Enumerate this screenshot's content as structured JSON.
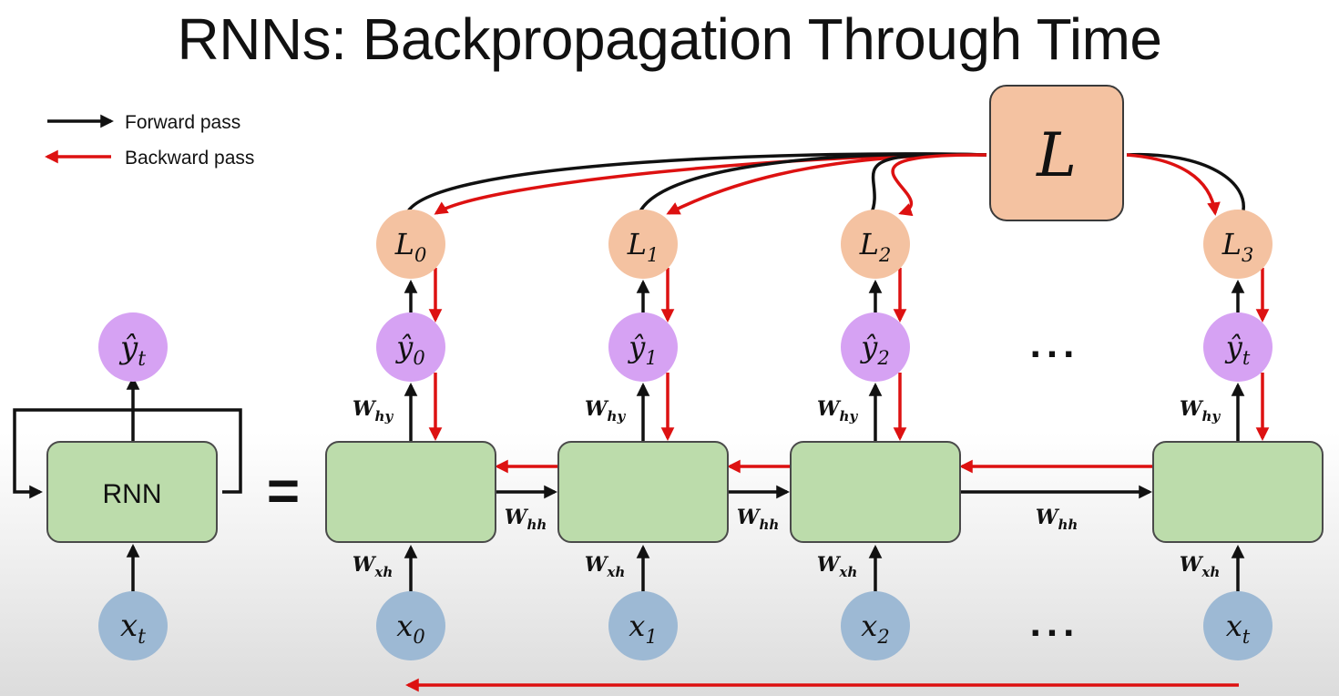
{
  "title": "RNNs: Backpropagation Through Time",
  "legend": {
    "forward": "Forward pass",
    "backward": "Backward pass"
  },
  "colors": {
    "forward": "#111111",
    "backward": "#dd1111",
    "cell": "#bcdcab",
    "output": "#d6a2f3",
    "input": "#9db9d4",
    "loss": "#f4c2a1"
  },
  "rolled": {
    "cell_label": "RNN",
    "output": {
      "base": "ŷ",
      "sub": "t"
    },
    "input": {
      "base": "x",
      "sub": "t"
    }
  },
  "equals": "=",
  "total_loss": "L",
  "ellipsis": "...",
  "steps": [
    {
      "loss": {
        "base": "L",
        "sub": "0"
      },
      "output": {
        "base": "ŷ",
        "sub": "0"
      },
      "input": {
        "base": "x",
        "sub": "0"
      }
    },
    {
      "loss": {
        "base": "L",
        "sub": "1"
      },
      "output": {
        "base": "ŷ",
        "sub": "1"
      },
      "input": {
        "base": "x",
        "sub": "1"
      }
    },
    {
      "loss": {
        "base": "L",
        "sub": "2"
      },
      "output": {
        "base": "ŷ",
        "sub": "2"
      },
      "input": {
        "base": "x",
        "sub": "2"
      }
    },
    {
      "loss": {
        "base": "L",
        "sub": "3"
      },
      "output": {
        "base": "ŷ",
        "sub": "t"
      },
      "input": {
        "base": "x",
        "sub": "t"
      }
    }
  ],
  "weights": {
    "hy": {
      "base": "W",
      "sub": "hy"
    },
    "xh": {
      "base": "W",
      "sub": "xh"
    },
    "hh": {
      "base": "W",
      "sub": "hh"
    }
  }
}
